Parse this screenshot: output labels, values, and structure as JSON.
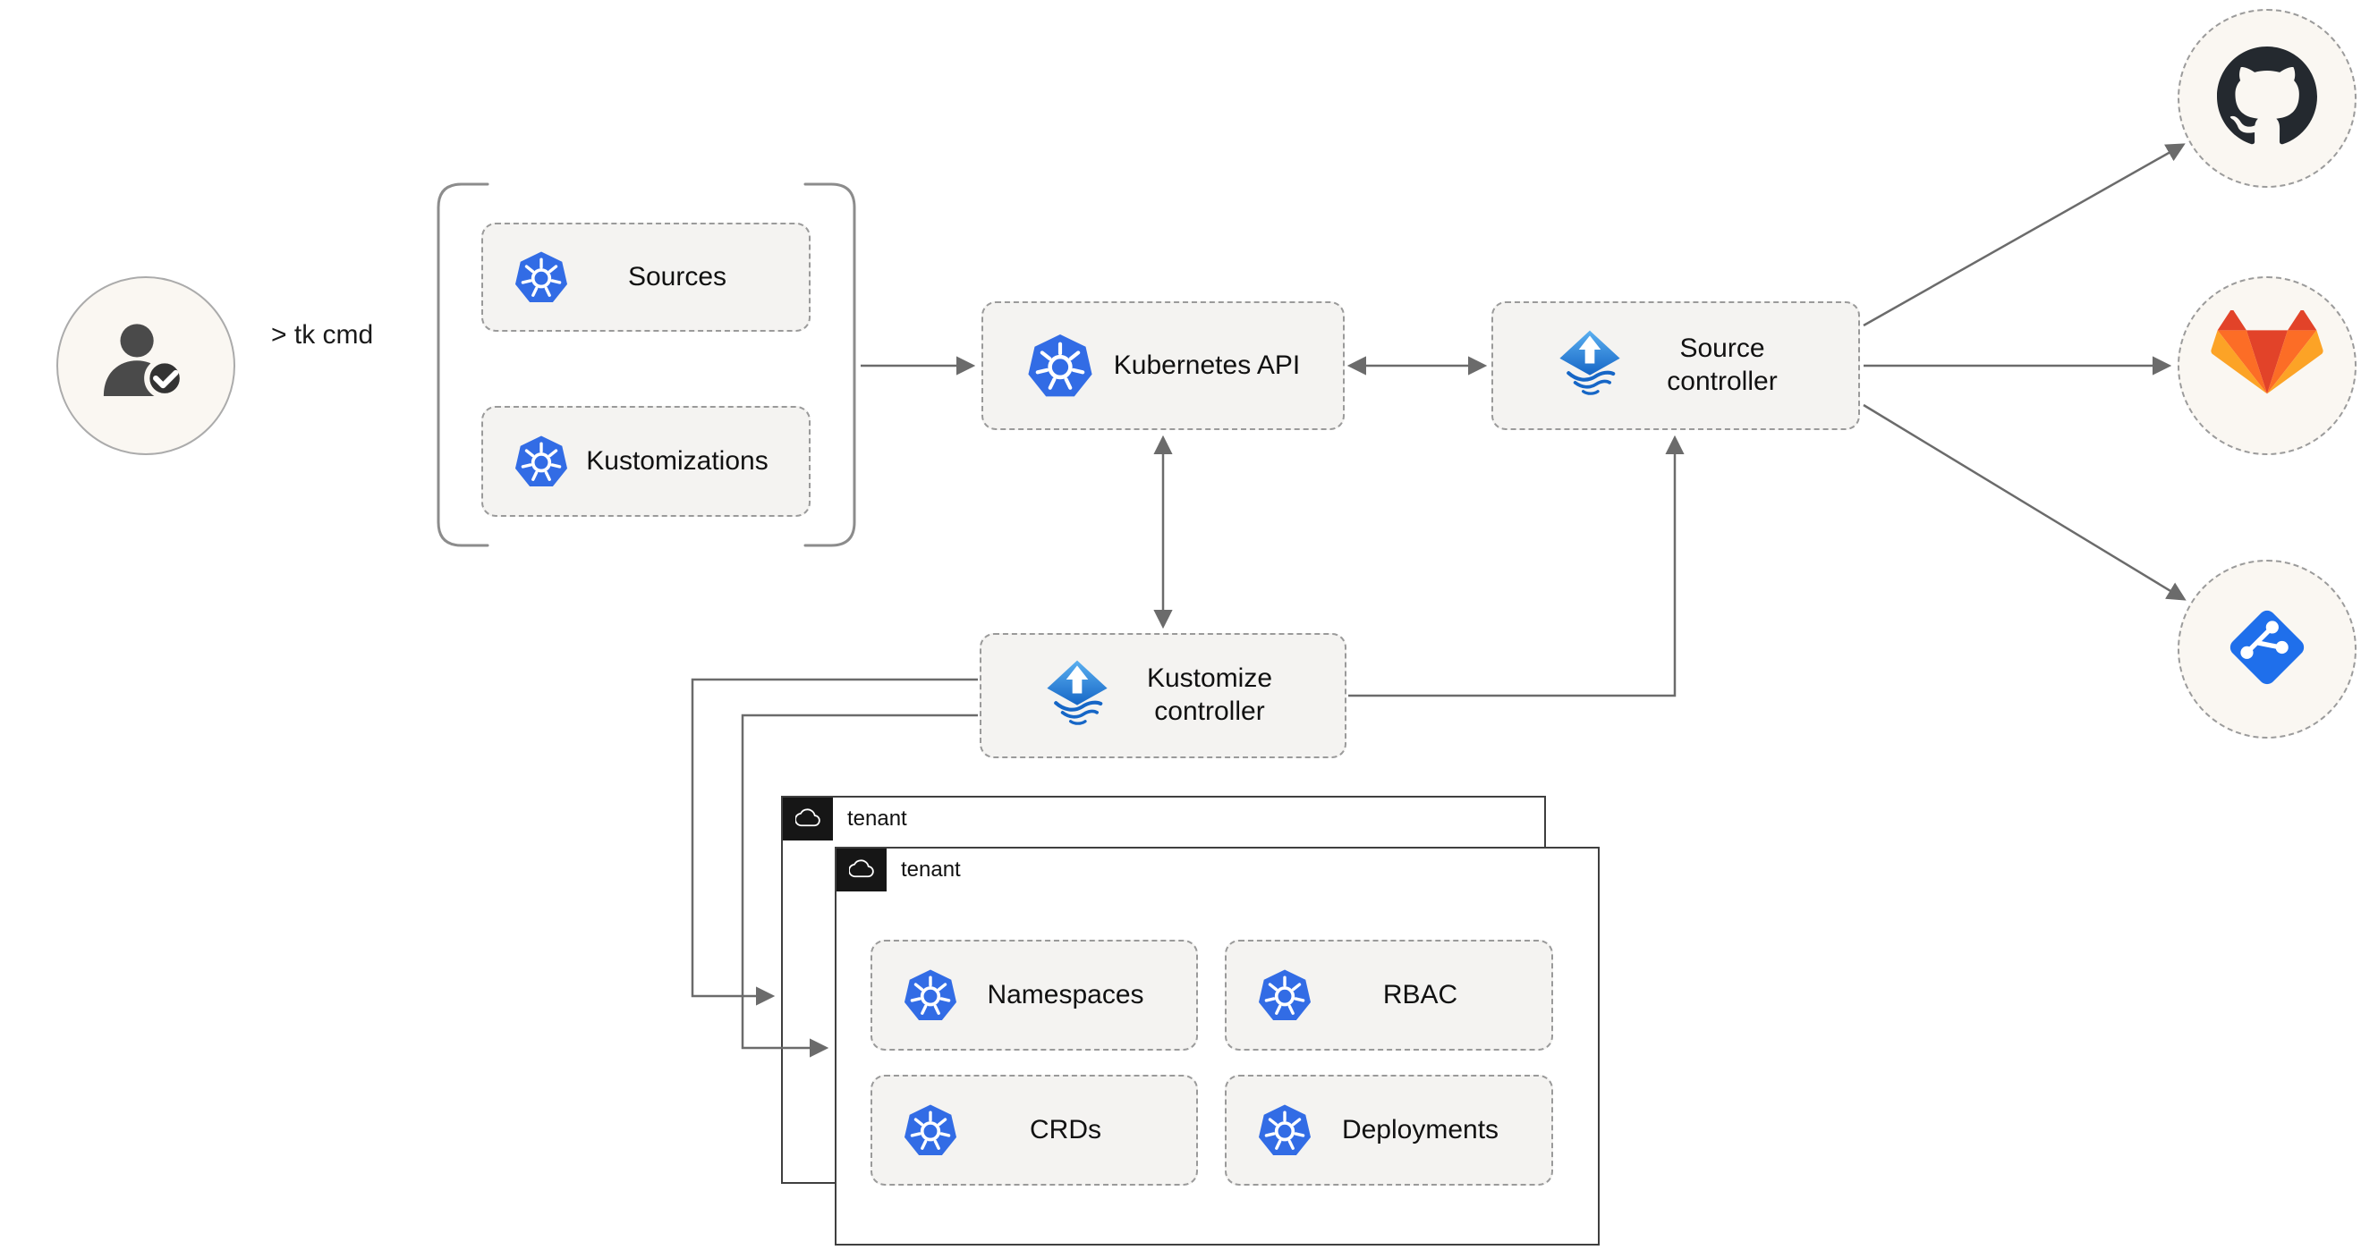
{
  "cli": {
    "command": "> tk cmd"
  },
  "crd_group": {
    "items": [
      {
        "label": "Sources"
      },
      {
        "label": "Kustomizations"
      }
    ]
  },
  "controllers": {
    "kubernetes_api": {
      "label": "Kubernetes API"
    },
    "source_controller": {
      "label": "Source controller"
    },
    "kustomize_controller": {
      "label": "Kustomize controller"
    }
  },
  "tenants": {
    "back": {
      "label": "tenant"
    },
    "front": {
      "label": "tenant"
    },
    "resources": [
      {
        "label": "Namespaces"
      },
      {
        "label": "RBAC"
      },
      {
        "label": "CRDs"
      },
      {
        "label": "Deployments"
      }
    ]
  },
  "git_providers": [
    {
      "name": "GitHub",
      "icon": "github-icon"
    },
    {
      "name": "GitLab",
      "icon": "gitlab-icon"
    },
    {
      "name": "Git",
      "icon": "git-icon"
    }
  ],
  "icons": {
    "kubernetes": "kubernetes-icon",
    "flux": "flux-icon",
    "user": "user-check-icon",
    "cloud": "cloud-icon",
    "github": "github-icon",
    "gitlab": "gitlab-icon",
    "git": "git-icon"
  },
  "colors": {
    "kubernetes_blue": "#326ce5",
    "flux_blue": "#1666c6",
    "node_fill": "#f4f3f1",
    "node_border": "#9a9a9a",
    "arrow": "#6b6b6b",
    "github_black": "#24292f",
    "gitlab_red": "#e24329",
    "gitlab_orange": "#fc6d26",
    "gitlab_yellow": "#fca326",
    "git_blue": "#1f6feb",
    "tenant_header_bg": "#161616"
  }
}
